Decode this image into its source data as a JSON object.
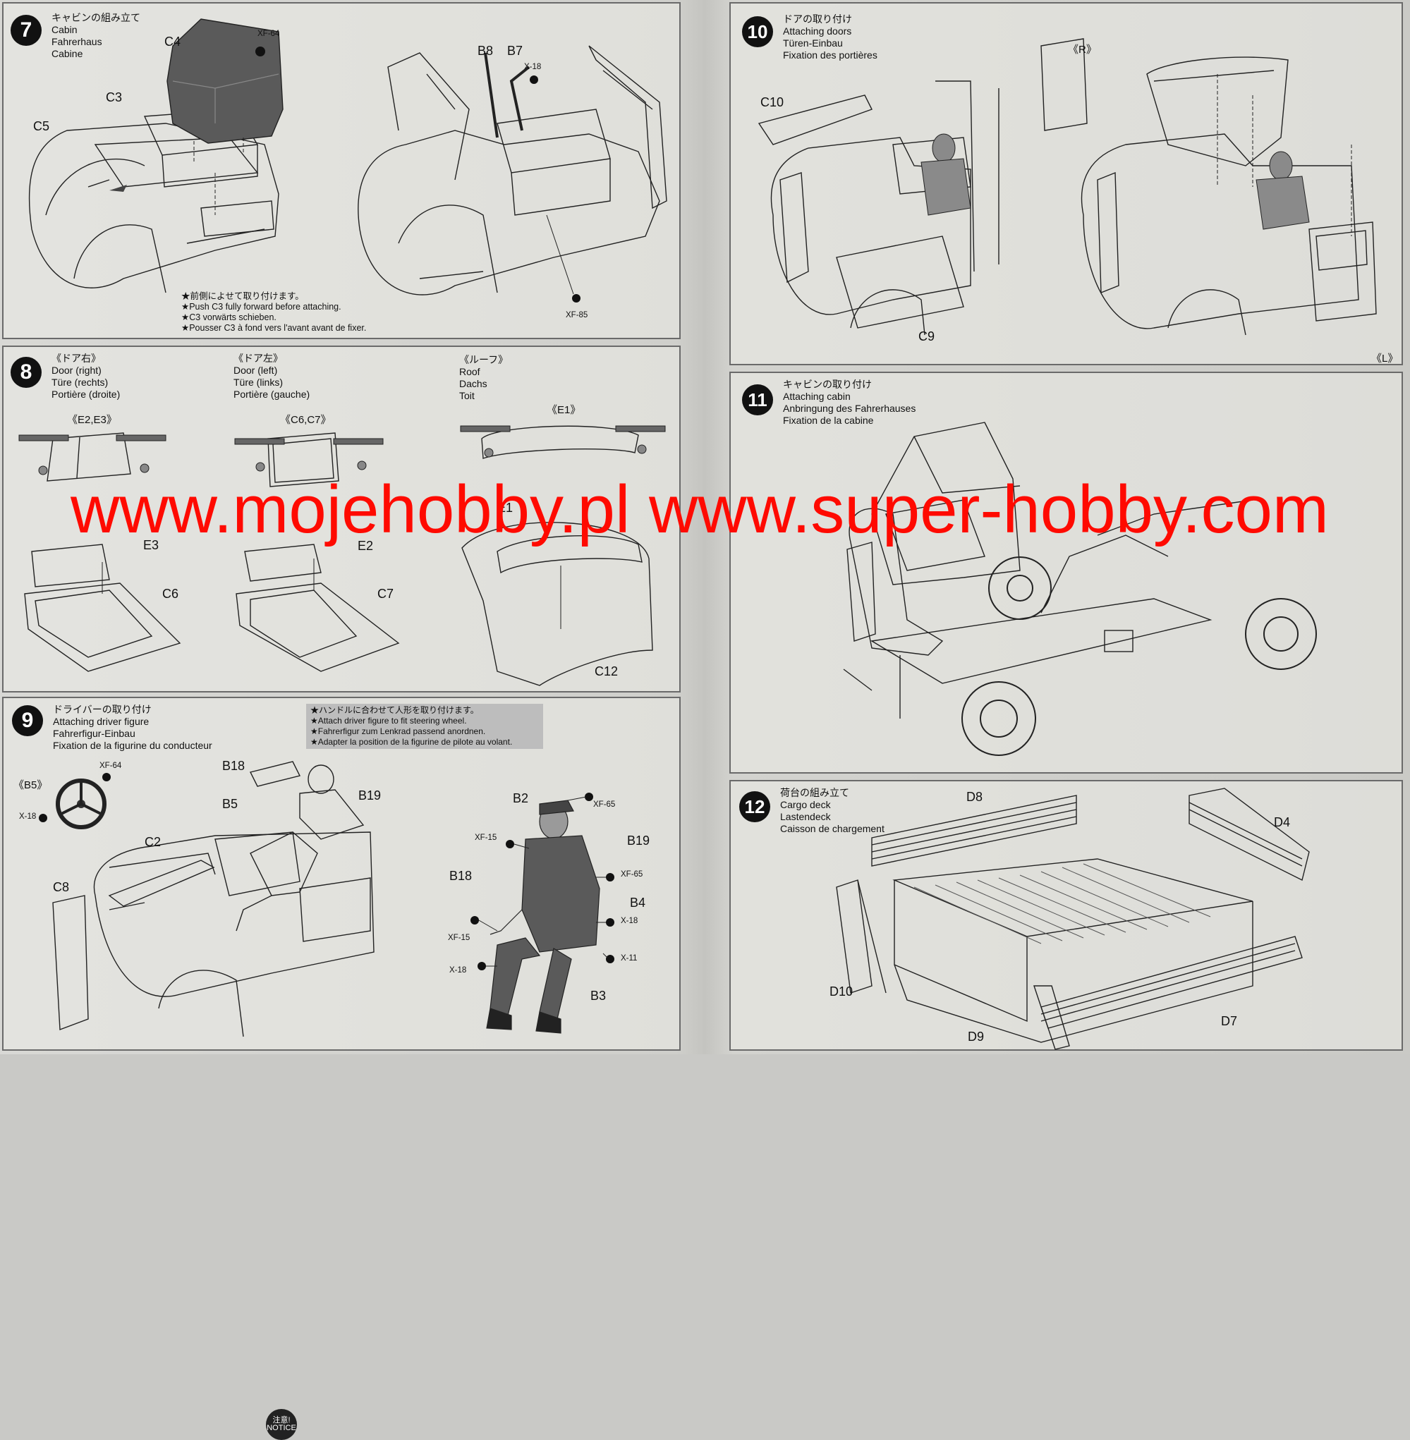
{
  "step7": {
    "num": "7",
    "jp": "キャビンの組み立て",
    "en": "Cabin",
    "de": "Fahrerhaus",
    "fr": "Cabine",
    "labels": {
      "c4": "C4",
      "xf64": "XF-64",
      "c3": "C3",
      "c5": "C5",
      "b8": "B8",
      "b7": "B7",
      "x18": "X-18",
      "xf85": "XF-85"
    },
    "notes": [
      "★前側によせて取り付けます。",
      "★Push C3 fully forward before attaching.",
      "★C3 vorwärts schieben.",
      "★Pousser C3 à fond vers l'avant avant de fixer."
    ]
  },
  "step8": {
    "num": "8",
    "right": {
      "jp": "《ドア右》",
      "en": "Door (right)",
      "de": "Türe (rechts)",
      "fr": "Portière (droite)",
      "parts": "《E2,E3》",
      "e3": "E3",
      "c6": "C6"
    },
    "left": {
      "jp": "《ドア左》",
      "en": "Door (left)",
      "de": "Türe (links)",
      "fr": "Portière (gauche)",
      "parts": "《C6,C7》",
      "e2": "E2",
      "c7": "C7"
    },
    "roof": {
      "jp": "《ルーフ》",
      "en": "Roof",
      "de": "Dachs",
      "fr": "Toit",
      "parts": "《E1》",
      "e1": "E1",
      "c12": "C12"
    }
  },
  "step9": {
    "num": "9",
    "jp": "ドライバーの取り付け",
    "en": "Attaching driver figure",
    "de": "Fahrerfigur-Einbau",
    "fr": "Fixation de la figurine du conducteur",
    "notice": {
      "badge": "注意! NOTICE",
      "lines": [
        "★ハンドルに合わせて人形を取り付けます。",
        "★Attach driver figure to fit steering wheel.",
        "★Fahrerfigur zum Lenkrad passend anordnen.",
        "★Adapter la position de la figurine de pilote au volant."
      ]
    },
    "labels": {
      "b5p": "《B5》",
      "xf64": "XF-64",
      "x18": "X-18",
      "b18": "B18",
      "b5": "B5",
      "b19": "B19",
      "c2": "C2",
      "c8": "C8",
      "b2": "B2",
      "xf65a": "XF-65",
      "xf15a": "XF-15",
      "b19b": "B19",
      "xf65b": "XF-65",
      "b18b": "B18",
      "b4": "B4",
      "x18b": "X-18",
      "xf15b": "XF-15",
      "x11": "X-11",
      "x18c": "X-18",
      "b3": "B3"
    }
  },
  "step10": {
    "num": "10",
    "jp": "ドアの取り付け",
    "en": "Attaching doors",
    "de": "Türen-Einbau",
    "fr": "Fixation des portières",
    "labels": {
      "r": "《R》",
      "c10": "C10",
      "c9": "C9",
      "l": "《L》"
    }
  },
  "step11": {
    "num": "11",
    "jp": "キャビンの取り付け",
    "en": "Attaching cabin",
    "de": "Anbringung des Fahrerhauses",
    "fr": "Fixation de la cabine"
  },
  "step12": {
    "num": "12",
    "jp": "荷台の組み立て",
    "en": "Cargo deck",
    "de": "Lastendeck",
    "fr": "Caisson de chargement",
    "labels": {
      "d8": "D8",
      "d4": "D4",
      "d10": "D10",
      "d9": "D9",
      "d7": "D7"
    }
  },
  "watermark": "www.mojehobby.pl www.super-hobby.com",
  "colors": {
    "watermark": "#ff0a00",
    "panel_border": "#6a6a6a",
    "seat": "#5a5a5a"
  }
}
